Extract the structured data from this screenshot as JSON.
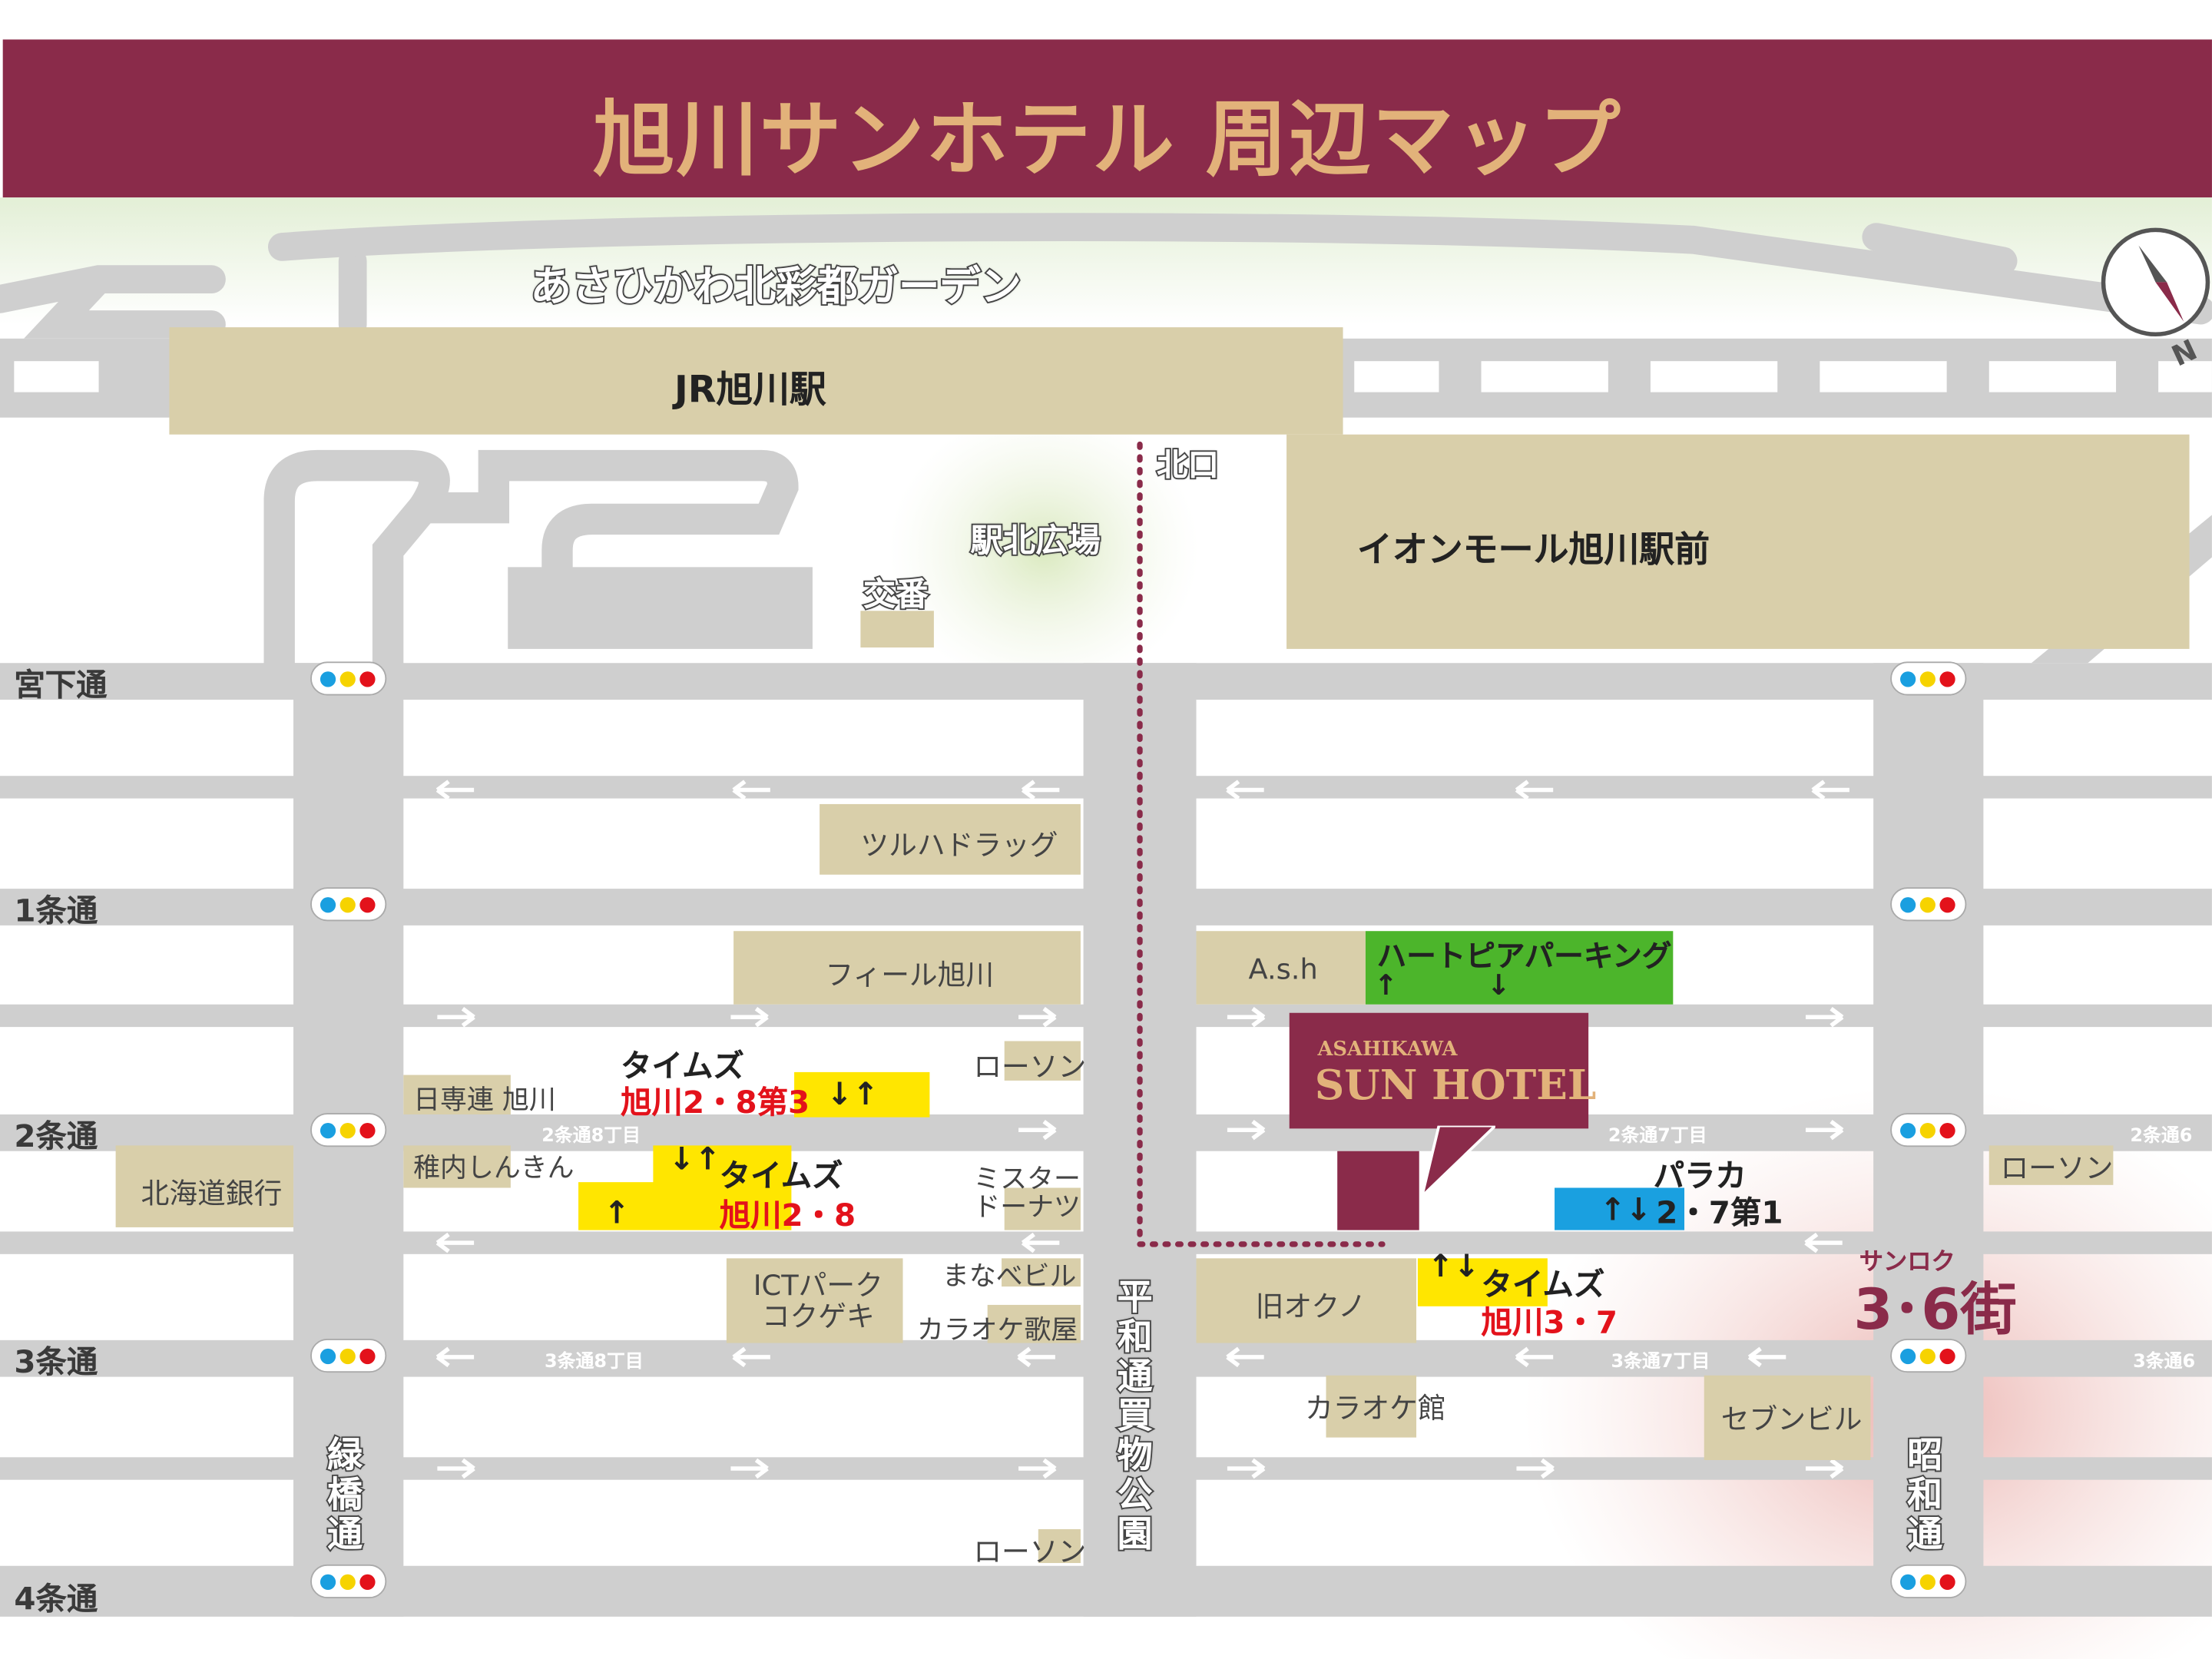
{
  "title": "旭川サンホテル 周辺マップ",
  "compass": {
    "north": "N"
  },
  "colors": {
    "header": "#8a2b4a",
    "title": "#e2b27a",
    "hotel": "#8a2b4a",
    "parking_times": "#ffe600",
    "parking_heart": "#4cb52b",
    "parking_paraca": "#1aa0e0"
  },
  "landmarks": {
    "garden": "あさひかわ北彩都ガーデン",
    "station": "JR旭川駅",
    "north_exit": "北口",
    "plaza": "駅北広場",
    "koban": "交番",
    "aeon": "イオンモール旭川駅前",
    "tsuruha": "ツルハドラッグ",
    "feel": "フィール旭川",
    "ash": "A.s.h",
    "lawson1": "ローソン",
    "lawson2": "ローソン",
    "lawson3": "ローソン",
    "nissenren": "日専連 旭川",
    "wakkanai": "稚内しんきん",
    "hokkaido_bank": "北海道銀行",
    "misdo": "ミスタードーナツ",
    "ict": "ICTパークコクゲキ",
    "manabe": "まなべビル",
    "karaoke_kabuki": "カラオケ歌屋",
    "old_okuno": "旧オクノ",
    "karaoke_kan": "カラオケ館",
    "seven_bldg": "セブンビル"
  },
  "hotel": {
    "line1": "ASAHIKAWA",
    "line2": "SUN HOTEL"
  },
  "parking": {
    "heartpia": "ハートピアパーキング",
    "times_a_brand": "タイムズ",
    "times_a_name": "旭川2・8第3",
    "times_b_brand": "タイムズ",
    "times_b_name": "旭川2・8",
    "times_c_brand": "タイムズ",
    "times_c_name": "旭川3・7",
    "paraca_brand": "パラカ",
    "paraca_name": "2・7第1"
  },
  "sanroku": {
    "small": "サンロク",
    "big": "3･6街"
  },
  "streets": {
    "miyashita": "宮下通",
    "jo1": "1条通",
    "jo2": "2条通",
    "jo3": "3条通",
    "jo4": "4条通",
    "midoribashi": "緑橋通",
    "heiwa": "平和通買物公園",
    "showa": "昭和通"
  },
  "block_labels": {
    "b2_8": "2条通8丁目",
    "b2_7": "2条通7丁目",
    "b2_6": "2条通6",
    "b3_8": "3条通8丁目",
    "b3_7": "3条通7丁目",
    "b3_6": "3条通6"
  }
}
